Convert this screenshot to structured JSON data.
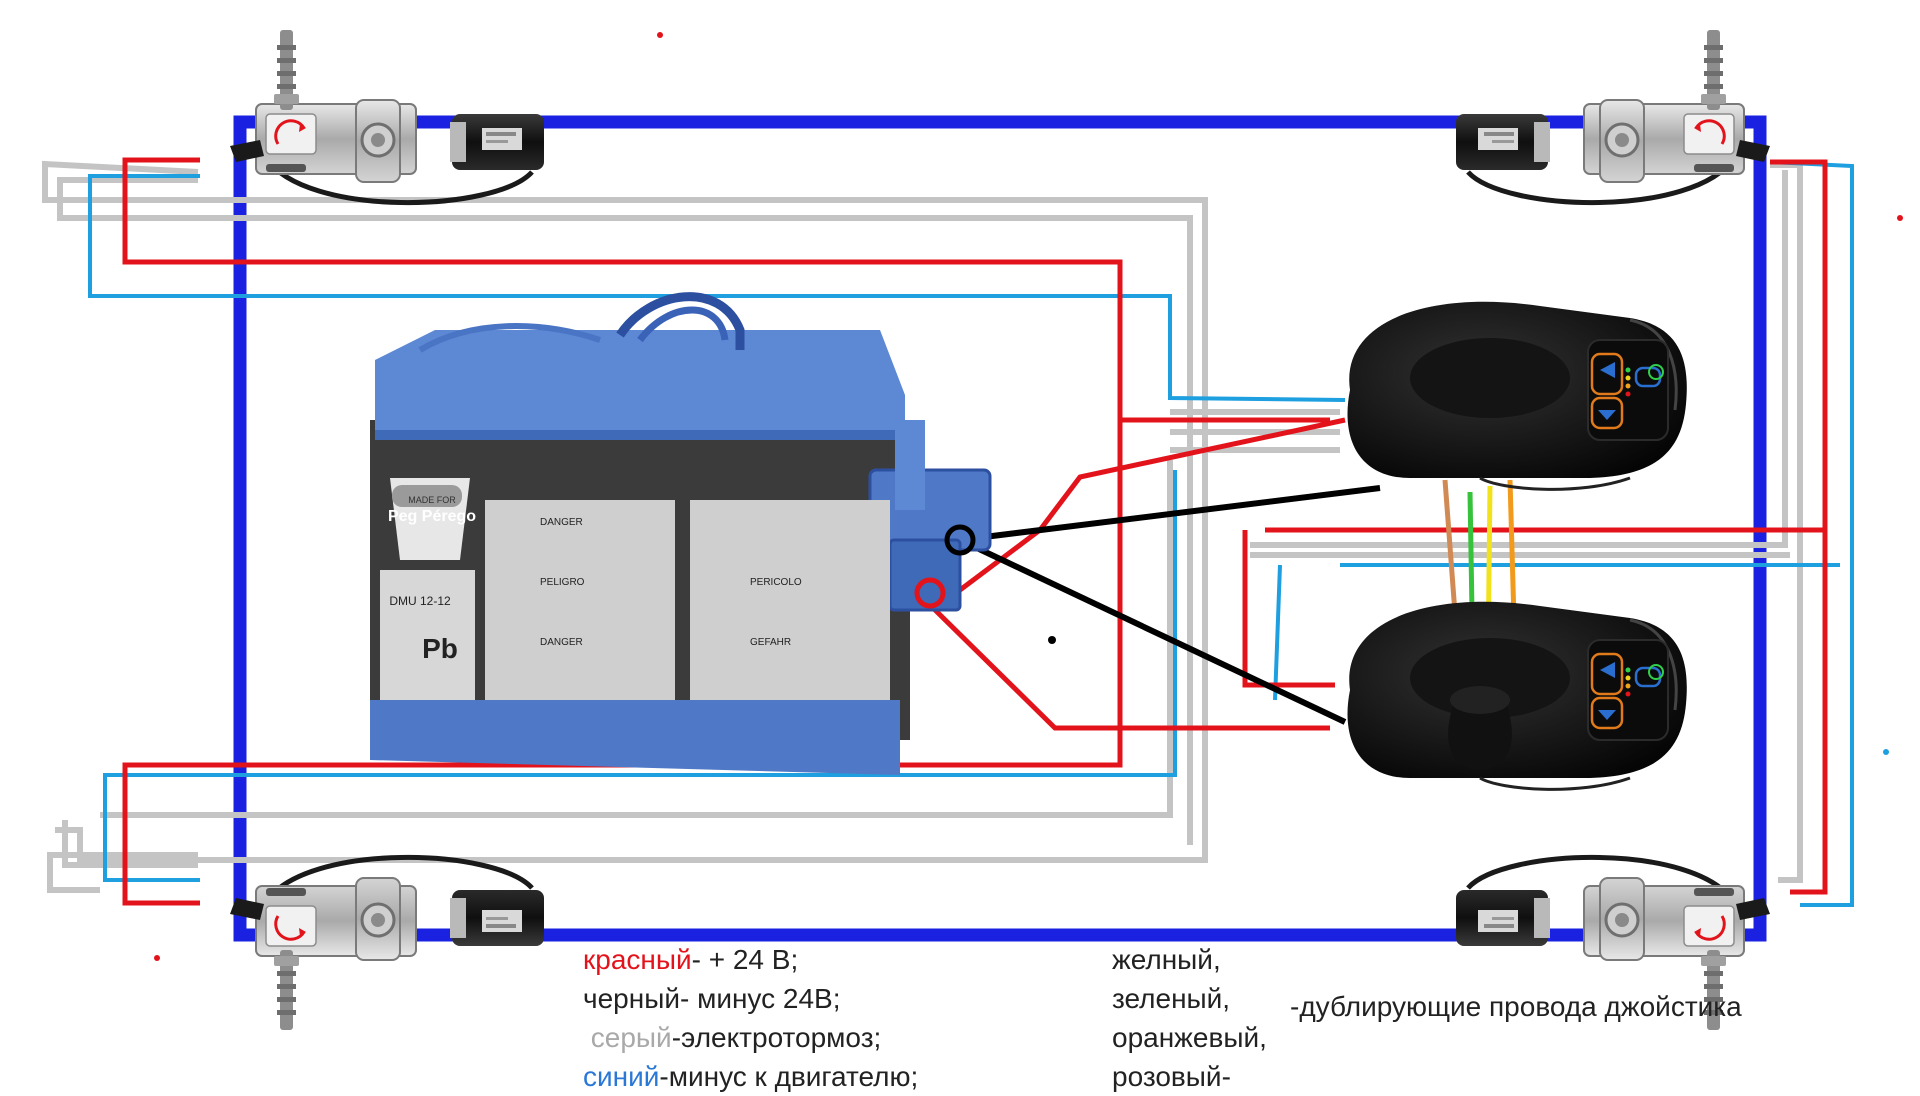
{
  "colors": {
    "frame": "#1a21e0",
    "red_wire": "#e3131b",
    "gray_wire": "#c4c4c4",
    "blue_wire": "#1e9fe0",
    "black_wire": "#000000",
    "battery_blue": "#4f79c7",
    "battery_body": "#3b3b3b"
  },
  "battery": {
    "brand": "Peg Pérego",
    "made_for": "MADE FOR",
    "model": "DMU 12-12",
    "chemistry": "Pb",
    "warnings": [
      "DANGER",
      "PELIGRO",
      "DANGER",
      "PERICOLO",
      "GEFAHR"
    ]
  },
  "motors": [
    {
      "id": "motor-top-left"
    },
    {
      "id": "motor-top-right"
    },
    {
      "id": "motor-bottom-left"
    },
    {
      "id": "motor-bottom-right"
    }
  ],
  "joysticks": [
    {
      "id": "joystick-upper"
    },
    {
      "id": "joystick-lower"
    }
  ],
  "legend": {
    "red_name": "красный",
    "red_rest": "- + 24 В;",
    "black_line": "черный- минус 24В;",
    "gray_name": "серый",
    "gray_rest": "-электротормоз;",
    "blue_name": "синий",
    "blue_rest": "-минус к двигателю;"
  },
  "joystick_wires": {
    "lines": [
      "желный,",
      "зеленый,",
      "оранжевый,",
      "розовый-"
    ],
    "note": "-дублирующие провода джойстика"
  }
}
